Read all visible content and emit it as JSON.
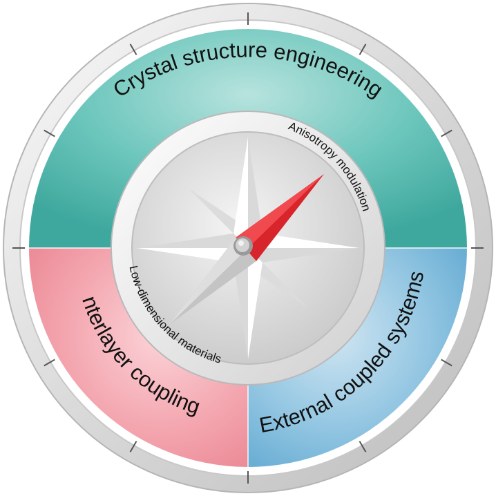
{
  "sectors": {
    "top": {
      "label": "Crystal structure engineering",
      "color": "#5cbfb6"
    },
    "left": {
      "label": "Interlayer coupling",
      "color": "#f3a4ae"
    },
    "right": {
      "label": "External coupled systems",
      "color": "#8fc4e0"
    }
  },
  "inner_ring": {
    "top_label": "Anisotropy modulation",
    "left_label": "Low-dimensional materials"
  },
  "colors": {
    "needle": "#d8242b",
    "rim": "#e3e3e3",
    "dial": "#d6d6d6"
  },
  "icons": {
    "compass_rose": "eight-point-star-icon",
    "needle": "compass-needle-icon",
    "pivot": "pivot-icon"
  }
}
